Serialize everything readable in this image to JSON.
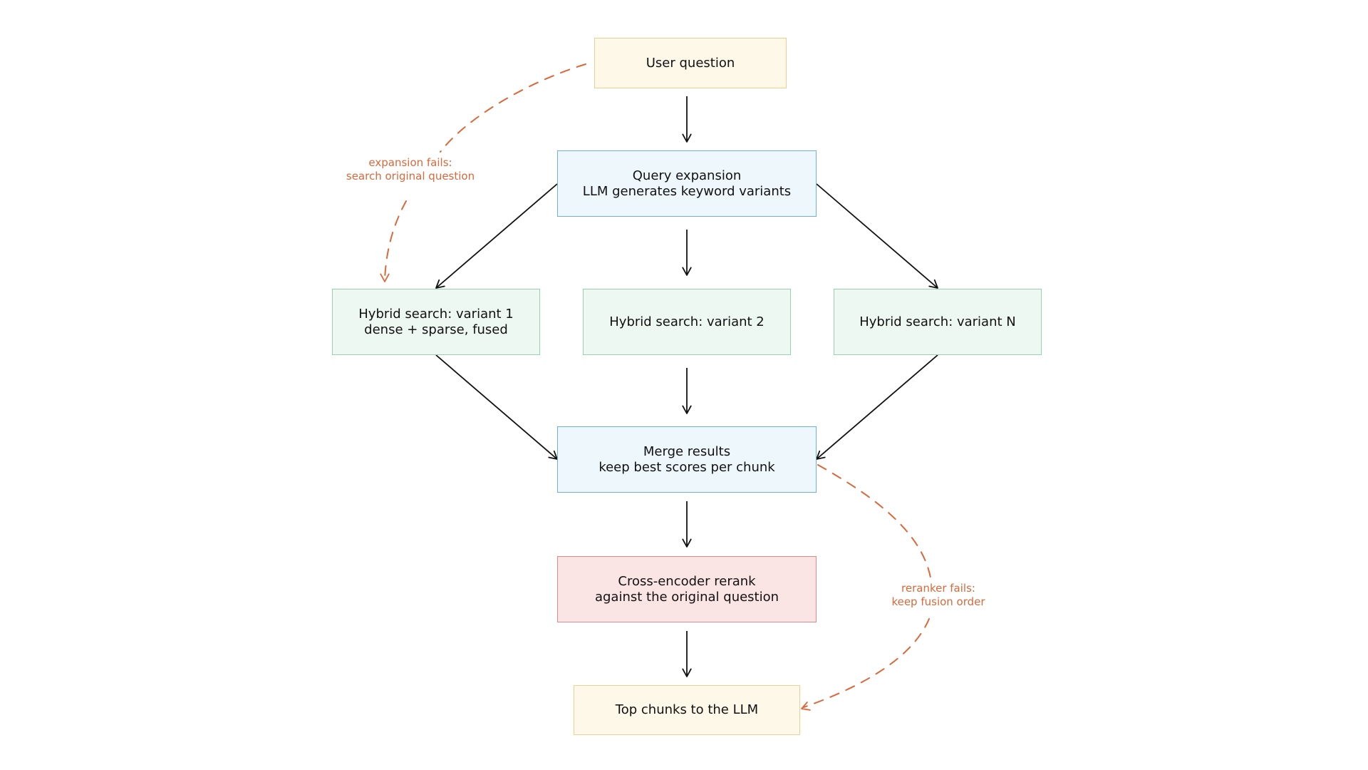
{
  "colors": {
    "edge": "#111111",
    "fallback": "#d9683a",
    "label": "#d9683a"
  },
  "nodes": {
    "user_question": {
      "line1": "User question"
    },
    "query_expansion": {
      "line1": "Query expansion",
      "line2": "LLM generates keyword variants"
    },
    "variant_1": {
      "line1": "Hybrid search: variant 1",
      "line2": "dense + sparse, fused"
    },
    "variant_2": {
      "line1": "Hybrid search: variant 2"
    },
    "variant_n": {
      "line1": "Hybrid search: variant N"
    },
    "merge": {
      "line1": "Merge results",
      "line2": "keep best scores per chunk"
    },
    "rerank": {
      "line1": "Cross-encoder rerank",
      "line2": "against the original question"
    },
    "top_chunks": {
      "line1": "Top chunks to the LLM"
    }
  },
  "fallbacks": {
    "expansion_fails": {
      "line1": "expansion fails:",
      "line2": "search original question"
    },
    "reranker_fails": {
      "line1": "reranker fails:",
      "line2": "keep fusion order"
    }
  }
}
